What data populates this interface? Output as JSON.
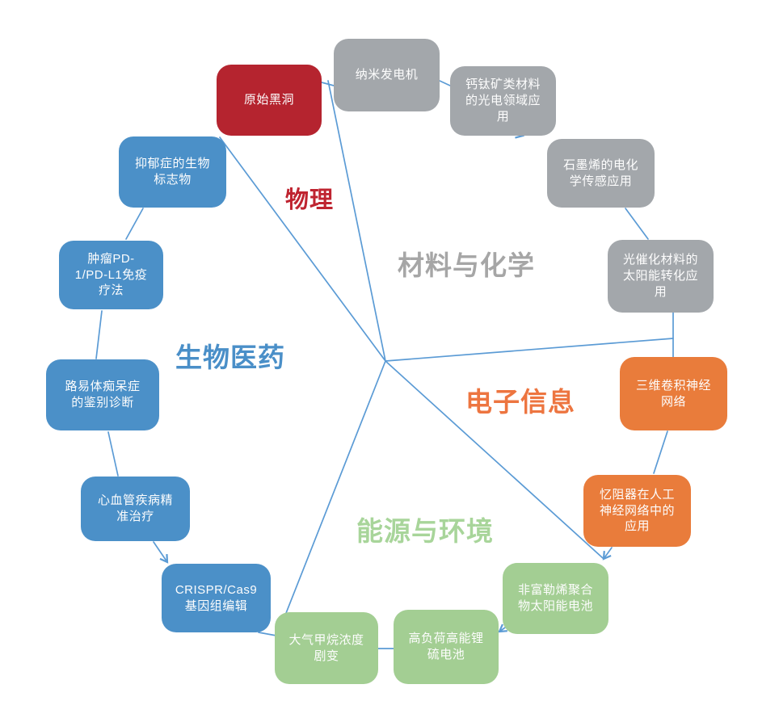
{
  "diagram": {
    "title": "research-topics-mindmap",
    "palette": {
      "physics_red": "#b5242f",
      "materials_gray": "#a3a7ab",
      "electronics_orange": "#e97c3b",
      "energy_green": "#a3ce93",
      "biomed_blue": "#4b90c8",
      "connector_blue": "#5b9bd5"
    },
    "categories": [
      {
        "id": "physics",
        "label": "物理",
        "color": "#bf2430"
      },
      {
        "id": "materials-chemistry",
        "label": "材料与化学",
        "color": "#a6a6a6"
      },
      {
        "id": "electronics-information",
        "label": "电子信息",
        "color": "#ed7540"
      },
      {
        "id": "energy-environment",
        "label": "能源与环境",
        "color": "#a8d59a"
      },
      {
        "id": "biomedicine",
        "label": "生物医药",
        "color": "#4a8fc8"
      }
    ],
    "nodes": [
      {
        "id": "primordial-black-hole",
        "category": "physics",
        "text": "原始黑洞"
      },
      {
        "id": "nano-generator",
        "category": "materials-chemistry",
        "text": "纳米发电机"
      },
      {
        "id": "perovskite-optoelectronics",
        "category": "materials-chemistry",
        "text": "钙钛矿类材料\n的光电领域应\n用"
      },
      {
        "id": "graphene-electrochemical-sensing",
        "category": "materials-chemistry",
        "text": "石墨烯的电化\n学传感应用"
      },
      {
        "id": "photocatalytic-solar-conversion",
        "category": "materials-chemistry",
        "text": "光催化材料的\n太阳能转化应\n用"
      },
      {
        "id": "3d-convolutional-neural-network",
        "category": "electronics-information",
        "text": "三维卷积神经\n网络"
      },
      {
        "id": "memristor-neural-network",
        "category": "electronics-information",
        "text": "忆阻器在人工\n神经网络中的\n应用"
      },
      {
        "id": "non-fullerene-polymer-solar-cell",
        "category": "energy-environment",
        "text": "非富勒烯聚合\n物太阳能电池"
      },
      {
        "id": "high-load-li-s-battery",
        "category": "energy-environment",
        "text": "高负荷高能锂\n硫电池"
      },
      {
        "id": "atmospheric-methane-shift",
        "category": "energy-environment",
        "text": "大气甲烷浓度\n剧变"
      },
      {
        "id": "crispr-cas9-genome-editing",
        "category": "biomedicine",
        "text": "CRISPR/Cas9\n基因组编辑"
      },
      {
        "id": "cardiovascular-precision-therapy",
        "category": "biomedicine",
        "text": "心血管疾病精\n准治疗"
      },
      {
        "id": "lewy-body-dementia-diagnosis",
        "category": "biomedicine",
        "text": "路易体痴呆症\n的鉴别诊断"
      },
      {
        "id": "tumor-pd1-pdl1-immunotherapy",
        "category": "biomedicine",
        "text": "肿瘤PD-\n1/PD-L1免疫\n疗法"
      },
      {
        "id": "depression-biomarkers",
        "category": "biomedicine",
        "text": "抑郁症的生物\n标志物"
      }
    ]
  }
}
